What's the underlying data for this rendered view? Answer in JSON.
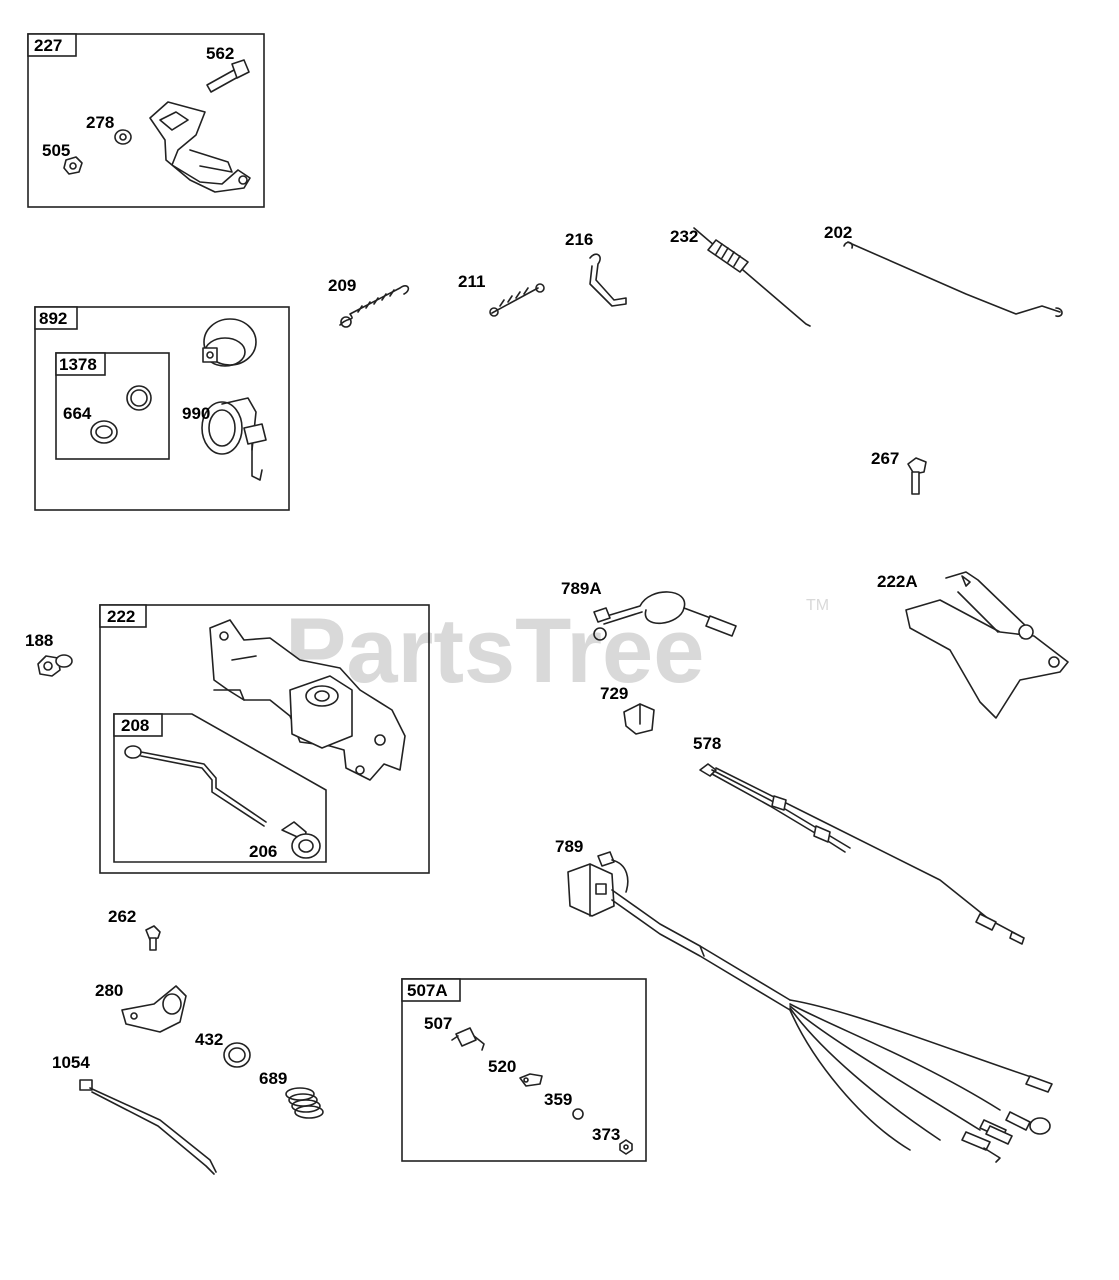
{
  "watermark": {
    "text": "PartsTree",
    "trademark": "TM"
  },
  "groups": {
    "g227": "227",
    "g892": "892",
    "g1378": "1378",
    "g222": "222",
    "g208": "208",
    "g507A": "507A"
  },
  "callouts": {
    "c562": "562",
    "c278": "278",
    "c505": "505",
    "c664": "664",
    "c990": "990",
    "c209": "209",
    "c211": "211",
    "c216": "216",
    "c232": "232",
    "c202": "202",
    "c267": "267",
    "c188": "188",
    "c206": "206",
    "c789A": "789A",
    "c222A": "222A",
    "c729": "729",
    "c578": "578",
    "c789": "789",
    "c262": "262",
    "c280": "280",
    "c432": "432",
    "c689": "689",
    "c1054": "1054",
    "c507": "507",
    "c520": "520",
    "c359": "359",
    "c373": "373"
  }
}
